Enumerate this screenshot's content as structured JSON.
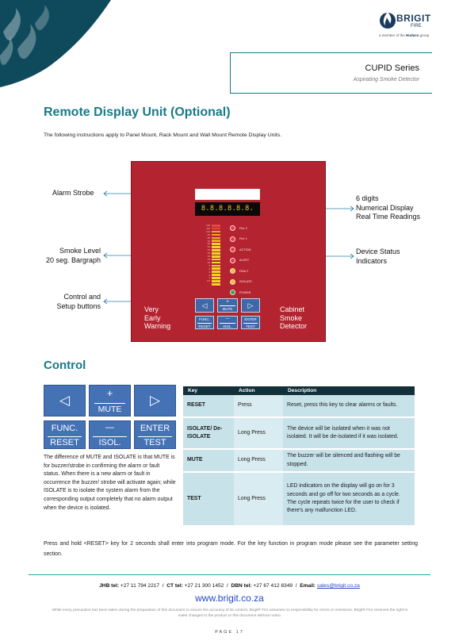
{
  "header": {
    "logo_text": "BRIGIT",
    "logo_sub": "FIRE",
    "logo_tagline_prefix": "a member of the",
    "logo_tagline_brand": "Hudaco",
    "logo_tagline_suffix": "group",
    "series_title": "CUPID Series",
    "series_subtitle": "Aspirating Smoke Detector"
  },
  "section_remote": {
    "title": "Remote Display Unit (Optional)",
    "intro": "The following instructions apply to Panel Mount, Rack Mount and Wall Mount Remote Display Units."
  },
  "panel": {
    "digits": "8.8.8.8.8.8.",
    "bar_ticks": [
      "120",
      "110",
      "100",
      "90",
      "80",
      "70",
      "60",
      "50",
      "40",
      "30",
      "20",
      "15",
      "10",
      "5",
      "4",
      "3",
      "2",
      "1",
      "0.5"
    ],
    "bar_fill_segments": 20,
    "leds": [
      {
        "label": "Fire 2",
        "color": "#e23b3b"
      },
      {
        "label": "Fire 1",
        "color": "#e23b3b"
      },
      {
        "label": "ACTION",
        "color": "#e23b3b"
      },
      {
        "label": "ALERT",
        "color": "#e23b3b"
      },
      {
        "label": "FAULT",
        "color": "#f2c22a"
      },
      {
        "label": "ISOLATE",
        "color": "#f2c22a"
      },
      {
        "label": "POWER",
        "color": "#27a84a"
      }
    ],
    "left_text": [
      "Very",
      "Early",
      "Warning"
    ],
    "right_text": [
      "Cabinet",
      "Smoke",
      "Detector"
    ],
    "btn_left": "◁",
    "btn_plus": "+",
    "btn_mute": "MUTE",
    "btn_right": "▷",
    "btn_func": "FUNC.",
    "btn_reset": "RESET",
    "btn_minus": "—",
    "btn_isol": "ISOL.",
    "btn_enter": "ENTER",
    "btn_test": "TEST"
  },
  "callouts": {
    "alarm_strobe": "Alarm Strobe",
    "smoke_level_1": "Smoke Level",
    "smoke_level_2": "20 seg. Bargraph",
    "control_1": "Control and",
    "control_2": "Setup buttons",
    "digits_1": "6 digits",
    "digits_2": "Numerical Display",
    "digits_3": "Real Time Readings",
    "status_1": "Device Status",
    "status_2": "Indicators"
  },
  "section_control": {
    "title": "Control",
    "keypad": {
      "left": "◁",
      "plus": "+",
      "mute": "MUTE",
      "right": "▷",
      "func": "FUNC.",
      "reset": "RESET",
      "minus": "—",
      "isol": "ISOL.",
      "enter": "ENTER",
      "test": "TEST"
    },
    "paragraph": "The difference of MUTE and ISOLATE is that MUTE is for buzzer/strobe in confirming the alarm or fault status. When there is a new alarm or fault in occurrence the buzzer/ strobe will activate again; while ISOLATE is to isolate the system alarm from the corresponding output completely that no alarm output when the device is isolated.",
    "table": {
      "headers": [
        "Key",
        "Action",
        "Description"
      ],
      "rows": [
        {
          "key": "RESET",
          "action": "Press",
          "desc": "Reset, press this key to clear alarms or faults."
        },
        {
          "key": "ISOLATE/ De-ISOLATE",
          "action": "Long Press",
          "desc": "The device will be isolated when it was not isolated. It will be de-isolated if it was isolated."
        },
        {
          "key": "MUTE",
          "action": "Long Press",
          "desc": "The buzzer will be silenced and flashing will be stopped."
        },
        {
          "key": "TEST",
          "action": "Long Press",
          "desc": "LED indicators on the display will go on for 3 seconds and go off for two seconds as a cycle. The cycle repeats twice for the user to check if there's any malfunction LED."
        }
      ]
    },
    "note": "Press and hold <RESET> key for 2 seconds shall enter into program mode. For the key function in program mode please see the parameter setting section."
  },
  "footer": {
    "jhb_label": "JHB tel:",
    "jhb": "+27 11 794 2217",
    "ct_label": "CT tel:",
    "ct": "+27 21 300 1452",
    "dbn_label": "DBN tel:",
    "dbn": "+27 67 412 8349",
    "email_label": "Email:",
    "email": "sales@brigit.co.za",
    "website": "www.brigit.co.za",
    "disclaimer": "While every precaution has been taken during the preparation of this document to ensure the accuracy of its content, Brigit® Fire assumes no responsibility for errors or omissions. Brigit® Fire reserves the right to make changes to the product or this document without notice.",
    "page": "PAGE 17"
  },
  "colors": {
    "accent": "#167a8a",
    "panel_red": "#b32430",
    "button_blue": "#4571b5",
    "table_header": "#12303a",
    "table_cell": "#c8e2ea",
    "link": "#2548c9"
  }
}
